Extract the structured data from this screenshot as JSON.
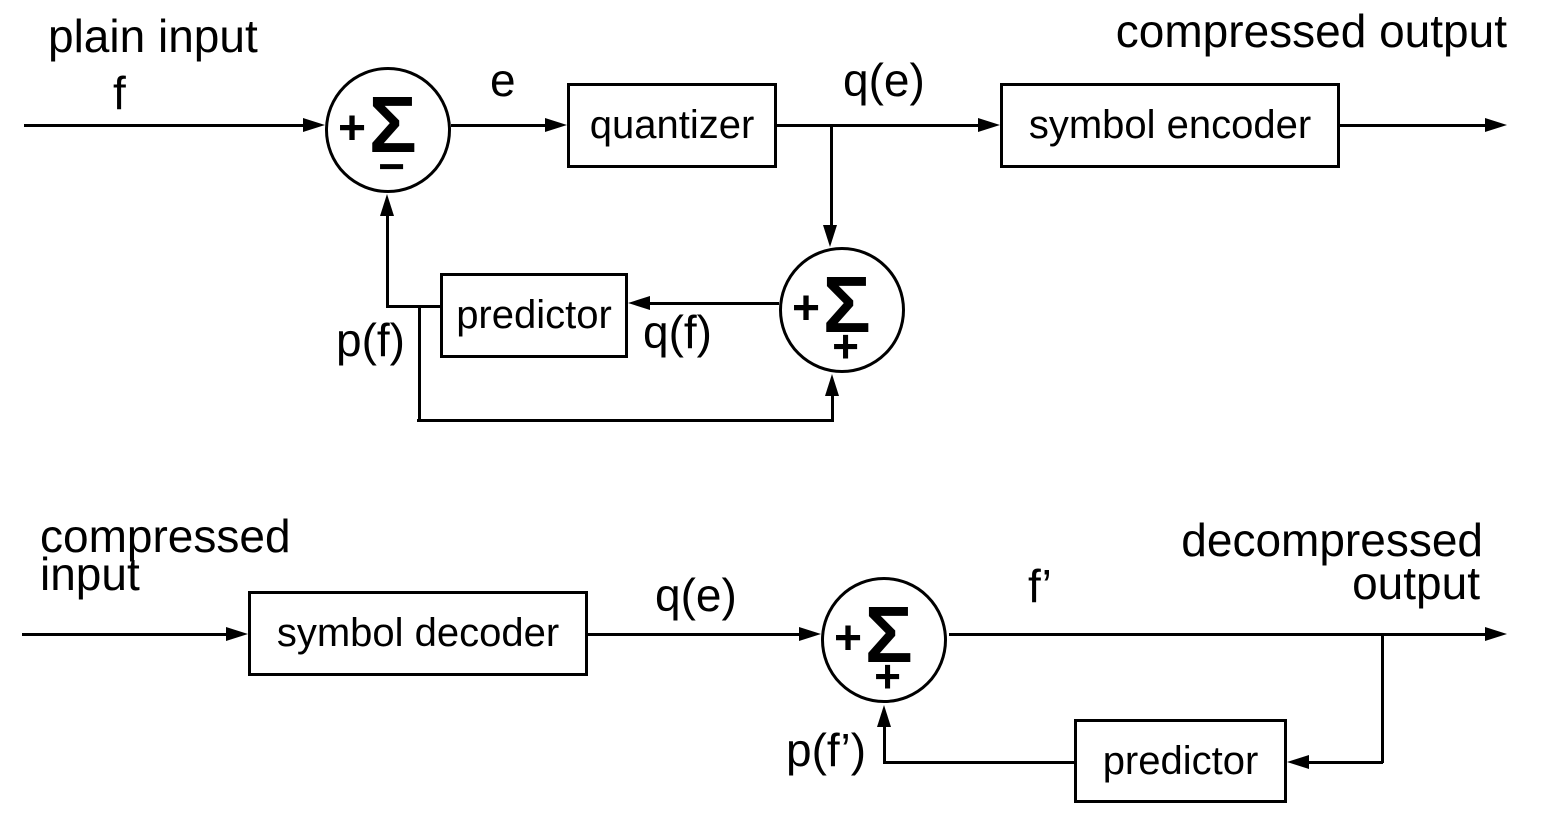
{
  "colors": {
    "ink": "#000000",
    "paper": "#ffffff"
  },
  "encoder": {
    "title_left": "plain input",
    "title_right": "compressed output",
    "signal_in": "f",
    "signal_error": "e",
    "signal_quantized": "q(e)",
    "signal_prediction": "p(f)",
    "signal_reconstructed": "q(f)",
    "box_quantizer": "quantizer",
    "box_symbol_encoder": "symbol encoder",
    "box_predictor": "predictor",
    "sum_input": {
      "sign_left": "+",
      "sigma": "Σ",
      "sign_bottom": "−"
    },
    "sum_reconstruct": {
      "sign_left": "+",
      "sigma": "Σ",
      "sign_bottom": "+"
    }
  },
  "decoder": {
    "title_left_line1": "compressed",
    "title_left_line2": "input",
    "title_right_line1": "decompressed",
    "title_right_line2": "output",
    "signal_quantized": "q(e)",
    "signal_out": "f’",
    "signal_prediction": "p(f’)",
    "box_symbol_decoder": "symbol decoder",
    "box_predictor": "predictor",
    "sum_reconstruct": {
      "sign_left": "+",
      "sigma": "Σ",
      "sign_bottom": "+"
    }
  }
}
